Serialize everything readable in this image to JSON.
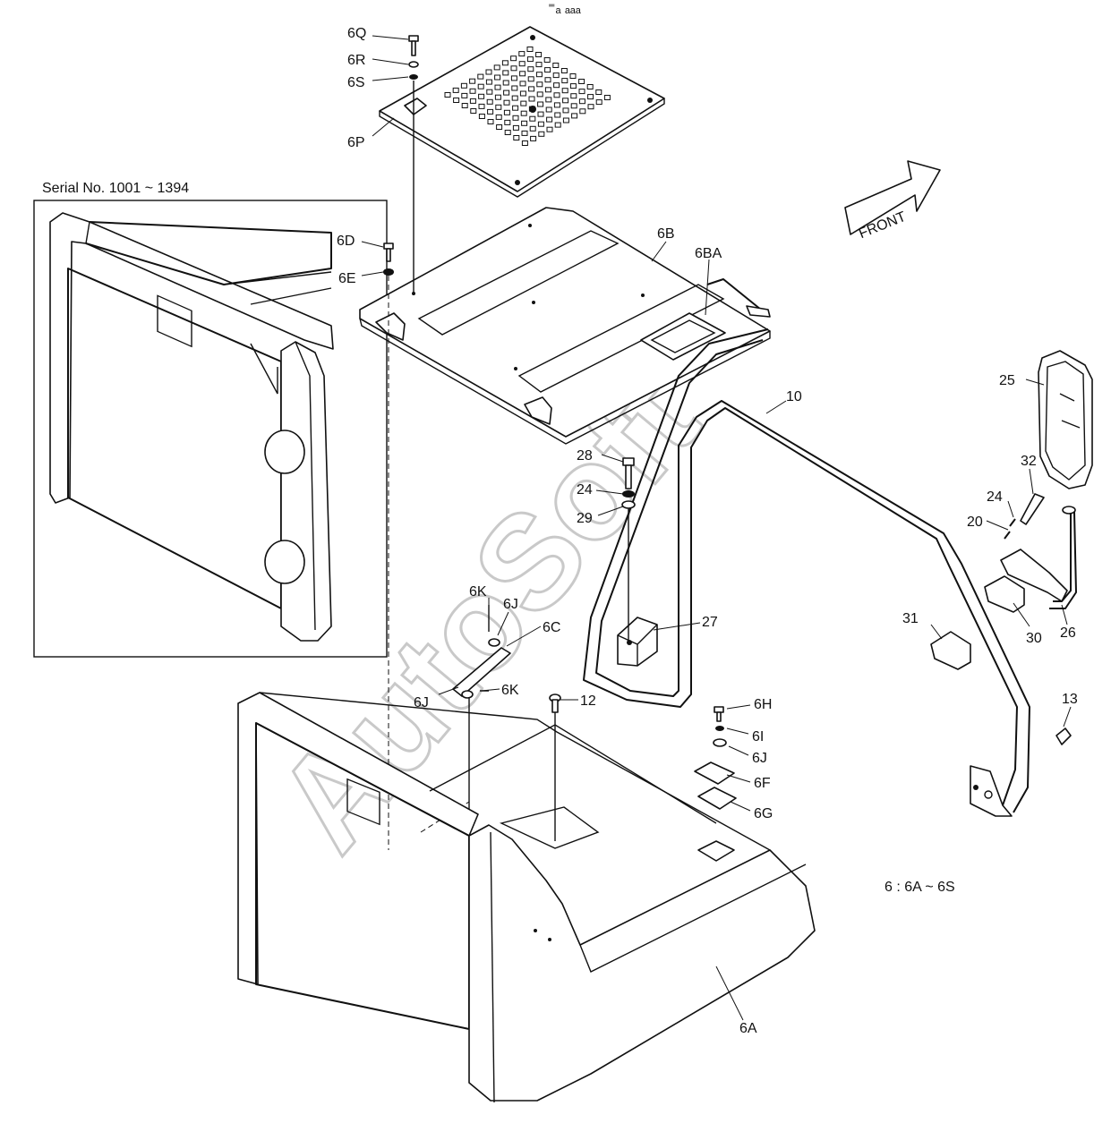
{
  "header": {
    "page_mark": "⁼ₐ ₐₐₐ"
  },
  "serial_label": "Serial No. 1001 ~ 1394",
  "front_label": "FRONT",
  "range_note": "6 : 6A ~ 6S",
  "watermark": "AutoSoft",
  "callouts": [
    {
      "id": "6Q",
      "text": "6Q"
    },
    {
      "id": "6R",
      "text": "6R"
    },
    {
      "id": "6S",
      "text": "6S"
    },
    {
      "id": "6P",
      "text": "6P"
    },
    {
      "id": "6D",
      "text": "6D"
    },
    {
      "id": "6E",
      "text": "6E"
    },
    {
      "id": "6B",
      "text": "6B"
    },
    {
      "id": "6BA",
      "text": "6BA"
    },
    {
      "id": "10",
      "text": "10"
    },
    {
      "id": "25",
      "text": "25"
    },
    {
      "id": "32",
      "text": "32"
    },
    {
      "id": "24b",
      "text": "24"
    },
    {
      "id": "20",
      "text": "20"
    },
    {
      "id": "28",
      "text": "28"
    },
    {
      "id": "24a",
      "text": "24"
    },
    {
      "id": "29",
      "text": "29"
    },
    {
      "id": "6K1",
      "text": "6K"
    },
    {
      "id": "6J1",
      "text": "6J"
    },
    {
      "id": "6C",
      "text": "6C"
    },
    {
      "id": "27",
      "text": "27"
    },
    {
      "id": "31",
      "text": "31"
    },
    {
      "id": "30",
      "text": "30"
    },
    {
      "id": "26",
      "text": "26"
    },
    {
      "id": "6J2",
      "text": "6J"
    },
    {
      "id": "6K2",
      "text": "6K"
    },
    {
      "id": "12",
      "text": "12"
    },
    {
      "id": "6H",
      "text": "6H"
    },
    {
      "id": "6I",
      "text": "6I"
    },
    {
      "id": "6J3",
      "text": "6J"
    },
    {
      "id": "6F",
      "text": "6F"
    },
    {
      "id": "6G",
      "text": "6G"
    },
    {
      "id": "13",
      "text": "13"
    },
    {
      "id": "6A",
      "text": "6A"
    }
  ]
}
